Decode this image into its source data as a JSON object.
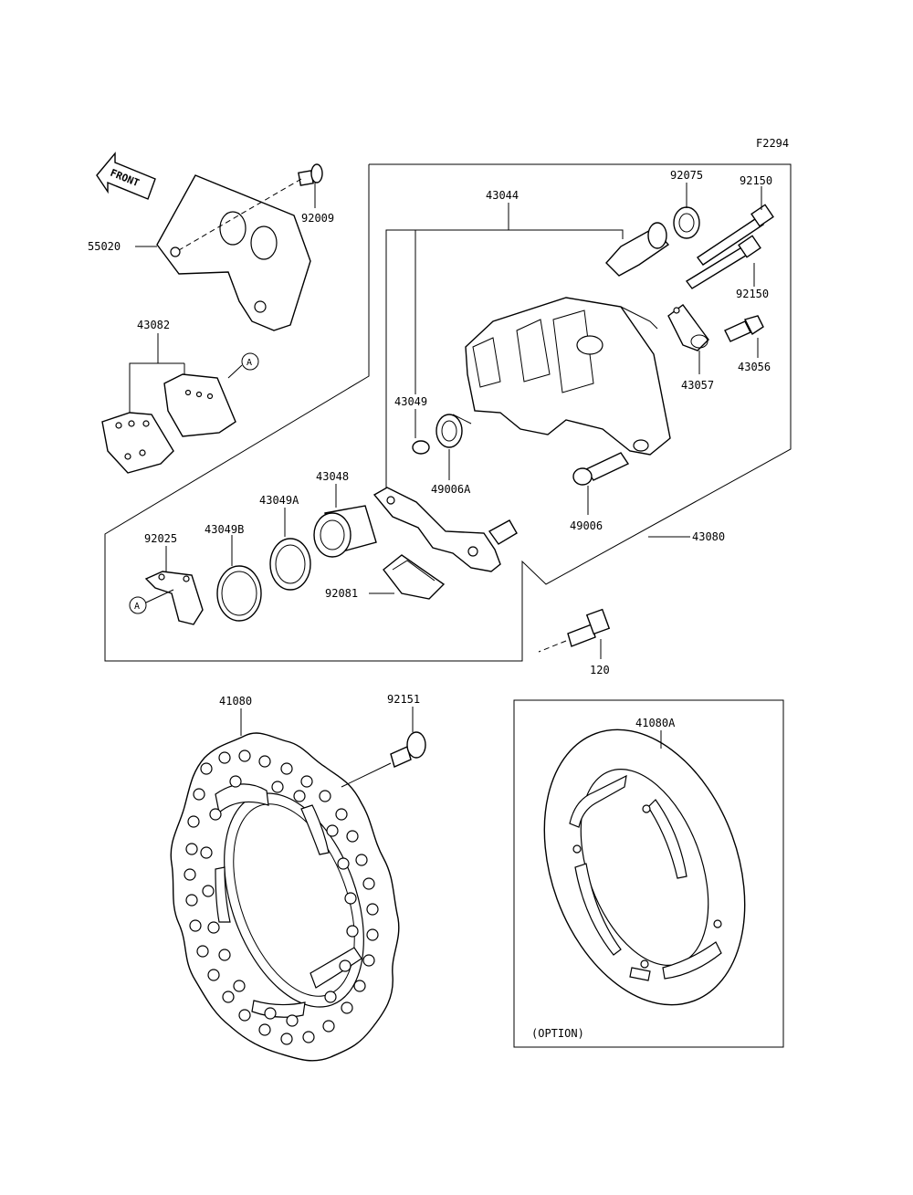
{
  "figure_code": "F2294",
  "front_label": "FRONT",
  "ref_marker": "A",
  "option_label": "(OPTION)",
  "parts": {
    "p92009": "92009",
    "p55020": "55020",
    "p43082": "43082",
    "p43044": "43044",
    "p92075": "92075",
    "p92150a": "92150",
    "p92150b": "92150",
    "p43057": "43057",
    "p43056": "43056",
    "p43049": "43049",
    "p49006A": "49006A",
    "p43048": "43048",
    "p43049A": "43049A",
    "p43049B": "43049B",
    "p92025": "92025",
    "p92081": "92081",
    "p49006": "49006",
    "p43080": "43080",
    "p120": "120",
    "p41080": "41080",
    "p92151": "92151",
    "p41080A": "41080A"
  }
}
